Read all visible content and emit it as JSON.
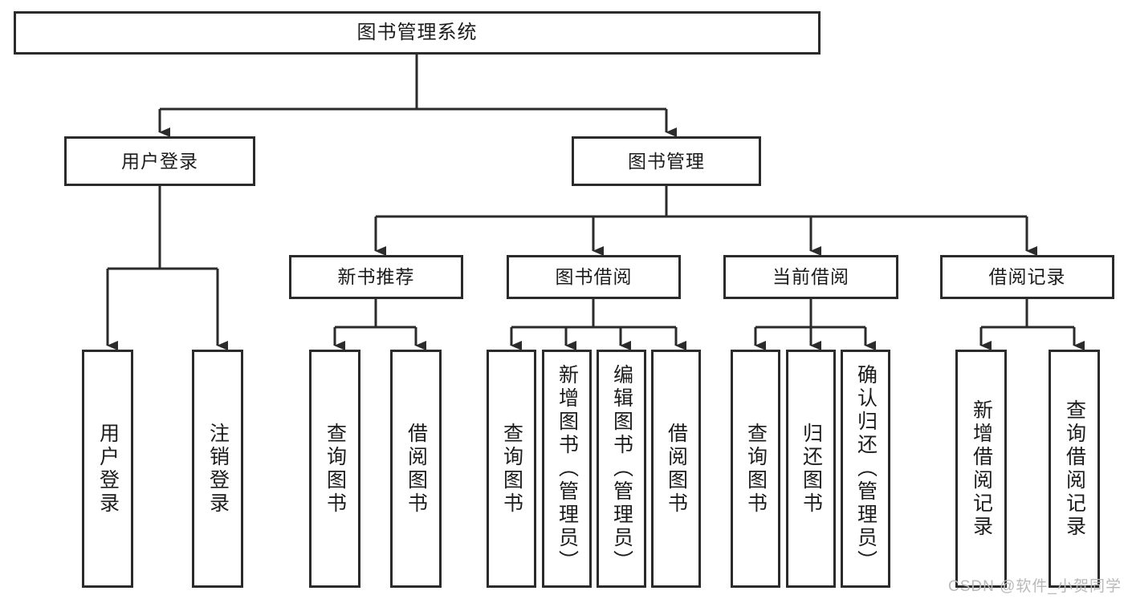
{
  "diagram": {
    "title": "图书管理系统",
    "watermark": "CSDN @软件_小贺同学",
    "line_color": "#2b2b2b",
    "box_fill": "#ffffff",
    "text_color": "#1c1c1c",
    "levels": {
      "level1": [
        {
          "id": "root",
          "label": "图书管理系统"
        }
      ],
      "level2": [
        {
          "id": "user-login",
          "label": "用户登录"
        },
        {
          "id": "book-manage",
          "label": "图书管理"
        }
      ],
      "level3": [
        {
          "id": "new-book-recommend",
          "label": "新书推荐"
        },
        {
          "id": "book-borrow",
          "label": "图书借阅"
        },
        {
          "id": "current-borrow",
          "label": "当前借阅"
        },
        {
          "id": "borrow-record",
          "label": "借阅记录"
        }
      ],
      "level4": [
        {
          "id": "leaf-user-login",
          "label": "用户登录",
          "parent": "user-login"
        },
        {
          "id": "leaf-logout-login",
          "label": "注销登录",
          "parent": "user-login"
        },
        {
          "id": "leaf-query-book-1",
          "label": "查询图书",
          "parent": "new-book-recommend"
        },
        {
          "id": "leaf-borrow-book-1",
          "label": "借阅图书",
          "parent": "new-book-recommend"
        },
        {
          "id": "leaf-query-book-2",
          "label": "查询图书",
          "parent": "book-borrow"
        },
        {
          "id": "leaf-add-book",
          "label": "新增图书（管理员）",
          "parent": "book-borrow"
        },
        {
          "id": "leaf-edit-book",
          "label": "编辑图书（管理员）",
          "parent": "book-borrow"
        },
        {
          "id": "leaf-borrow-book-2",
          "label": "借阅图书",
          "parent": "book-borrow"
        },
        {
          "id": "leaf-query-book-3",
          "label": "查询图书",
          "parent": "current-borrow"
        },
        {
          "id": "leaf-return-book",
          "label": "归还图书",
          "parent": "current-borrow"
        },
        {
          "id": "leaf-confirm-return",
          "label": "确认归还（管理员）",
          "parent": "current-borrow"
        },
        {
          "id": "leaf-add-record",
          "label": "新增借阅记录",
          "parent": "borrow-record"
        },
        {
          "id": "leaf-query-record",
          "label": "查询借阅记录",
          "parent": "borrow-record"
        }
      ]
    }
  }
}
